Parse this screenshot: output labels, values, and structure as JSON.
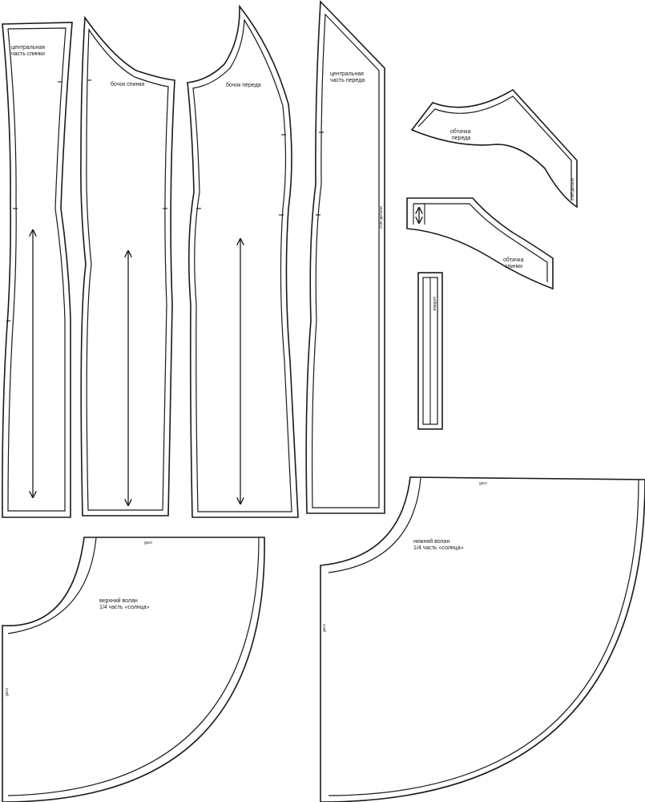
{
  "pieces": {
    "center_back": {
      "line1": "центральная",
      "line2": "часть спинки"
    },
    "side_back": {
      "label": "бочок спинки"
    },
    "side_front": {
      "label": "бочок переда"
    },
    "center_front": {
      "line1": "центральная",
      "line2": "часть переда",
      "fold_note": "сгиб детали"
    },
    "facing_front": {
      "line1": "обтачка",
      "line2": "переда",
      "fold_note": "сгиб детали"
    },
    "facing_back": {
      "line1": "обтачка",
      "line2": "спинки"
    },
    "belt_loop": {
      "label": "шлёвка"
    },
    "upper_flounce": {
      "line1": "верхний волан",
      "line2": "1/4 часть «солнца»",
      "fold_top": "сгиб",
      "fold_side": "сгиб"
    },
    "lower_flounce": {
      "line1": "нижний волан",
      "line2": "1/4 часть «солнца»",
      "fold_top": "сгиб",
      "fold_side": "сгиб"
    }
  },
  "colors": {
    "line": "#1a1a1a",
    "paper": "#ffffff"
  }
}
